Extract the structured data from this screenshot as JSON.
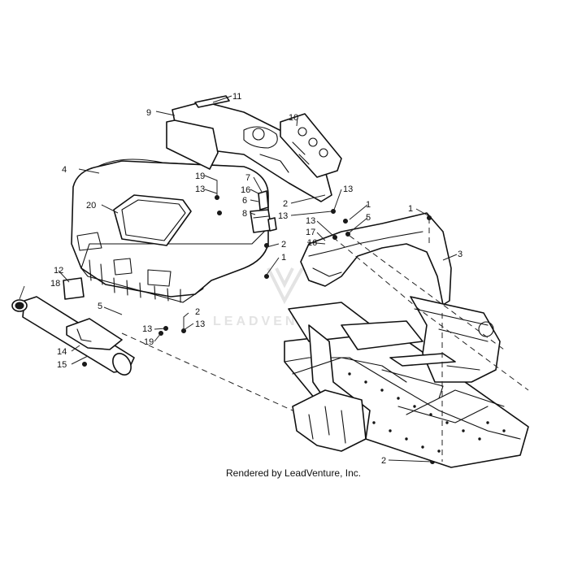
{
  "diagram": {
    "callouts": {
      "c1": "1",
      "c2": "1",
      "c3": "1",
      "c4": "2",
      "c5": "2",
      "c6": "2",
      "c7": "2",
      "c8": "3",
      "c9": "4",
      "c10": "5",
      "c11": "5",
      "c12": "6",
      "c13": "7",
      "c14": "8",
      "c15": "9",
      "c16": "10",
      "c17": "11",
      "c18": "12",
      "c19": "13",
      "c20": "13",
      "c21": "13",
      "c22": "13",
      "c23": "13",
      "c24": "13",
      "c25": "14",
      "c26": "15",
      "c27": "16",
      "c28": "16",
      "c29": "17",
      "c30": "18",
      "c31": "19",
      "c32": "19",
      "c33": "20"
    },
    "watermark": "LEADVENTURE",
    "credit": "Rendered by LeadVenture, Inc."
  }
}
